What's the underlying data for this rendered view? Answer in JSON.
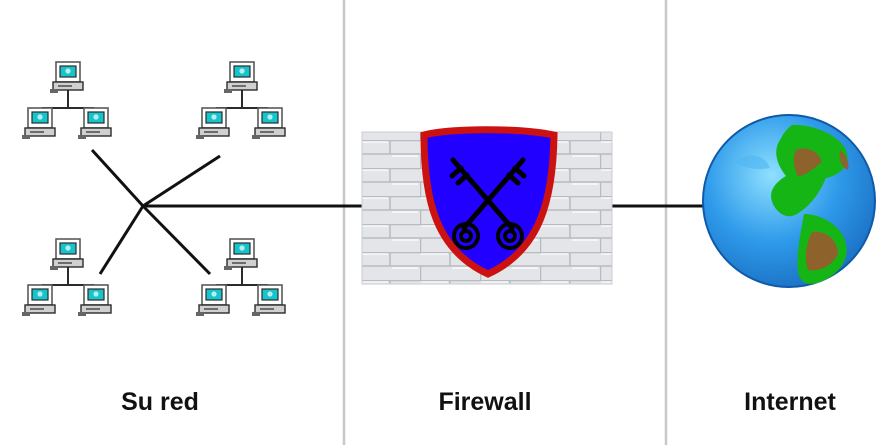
{
  "labels": {
    "network": "Su red",
    "firewall": "Firewall",
    "internet": "Internet"
  },
  "icons": {
    "computer": "computer-icon",
    "firewall": "shield-with-crossed-keys-icon",
    "internet": "globe-icon"
  },
  "colors": {
    "divider": "#c8c8c8",
    "line": "#111111",
    "shield_fill": "#2200ff",
    "shield_border": "#cc1111",
    "brick_wall": "#e3e5e8",
    "ocean": "#2f9bea",
    "land_green": "#15b515",
    "land_brown": "#9a5a2e",
    "monitor_screen": "#16c4cc"
  }
}
